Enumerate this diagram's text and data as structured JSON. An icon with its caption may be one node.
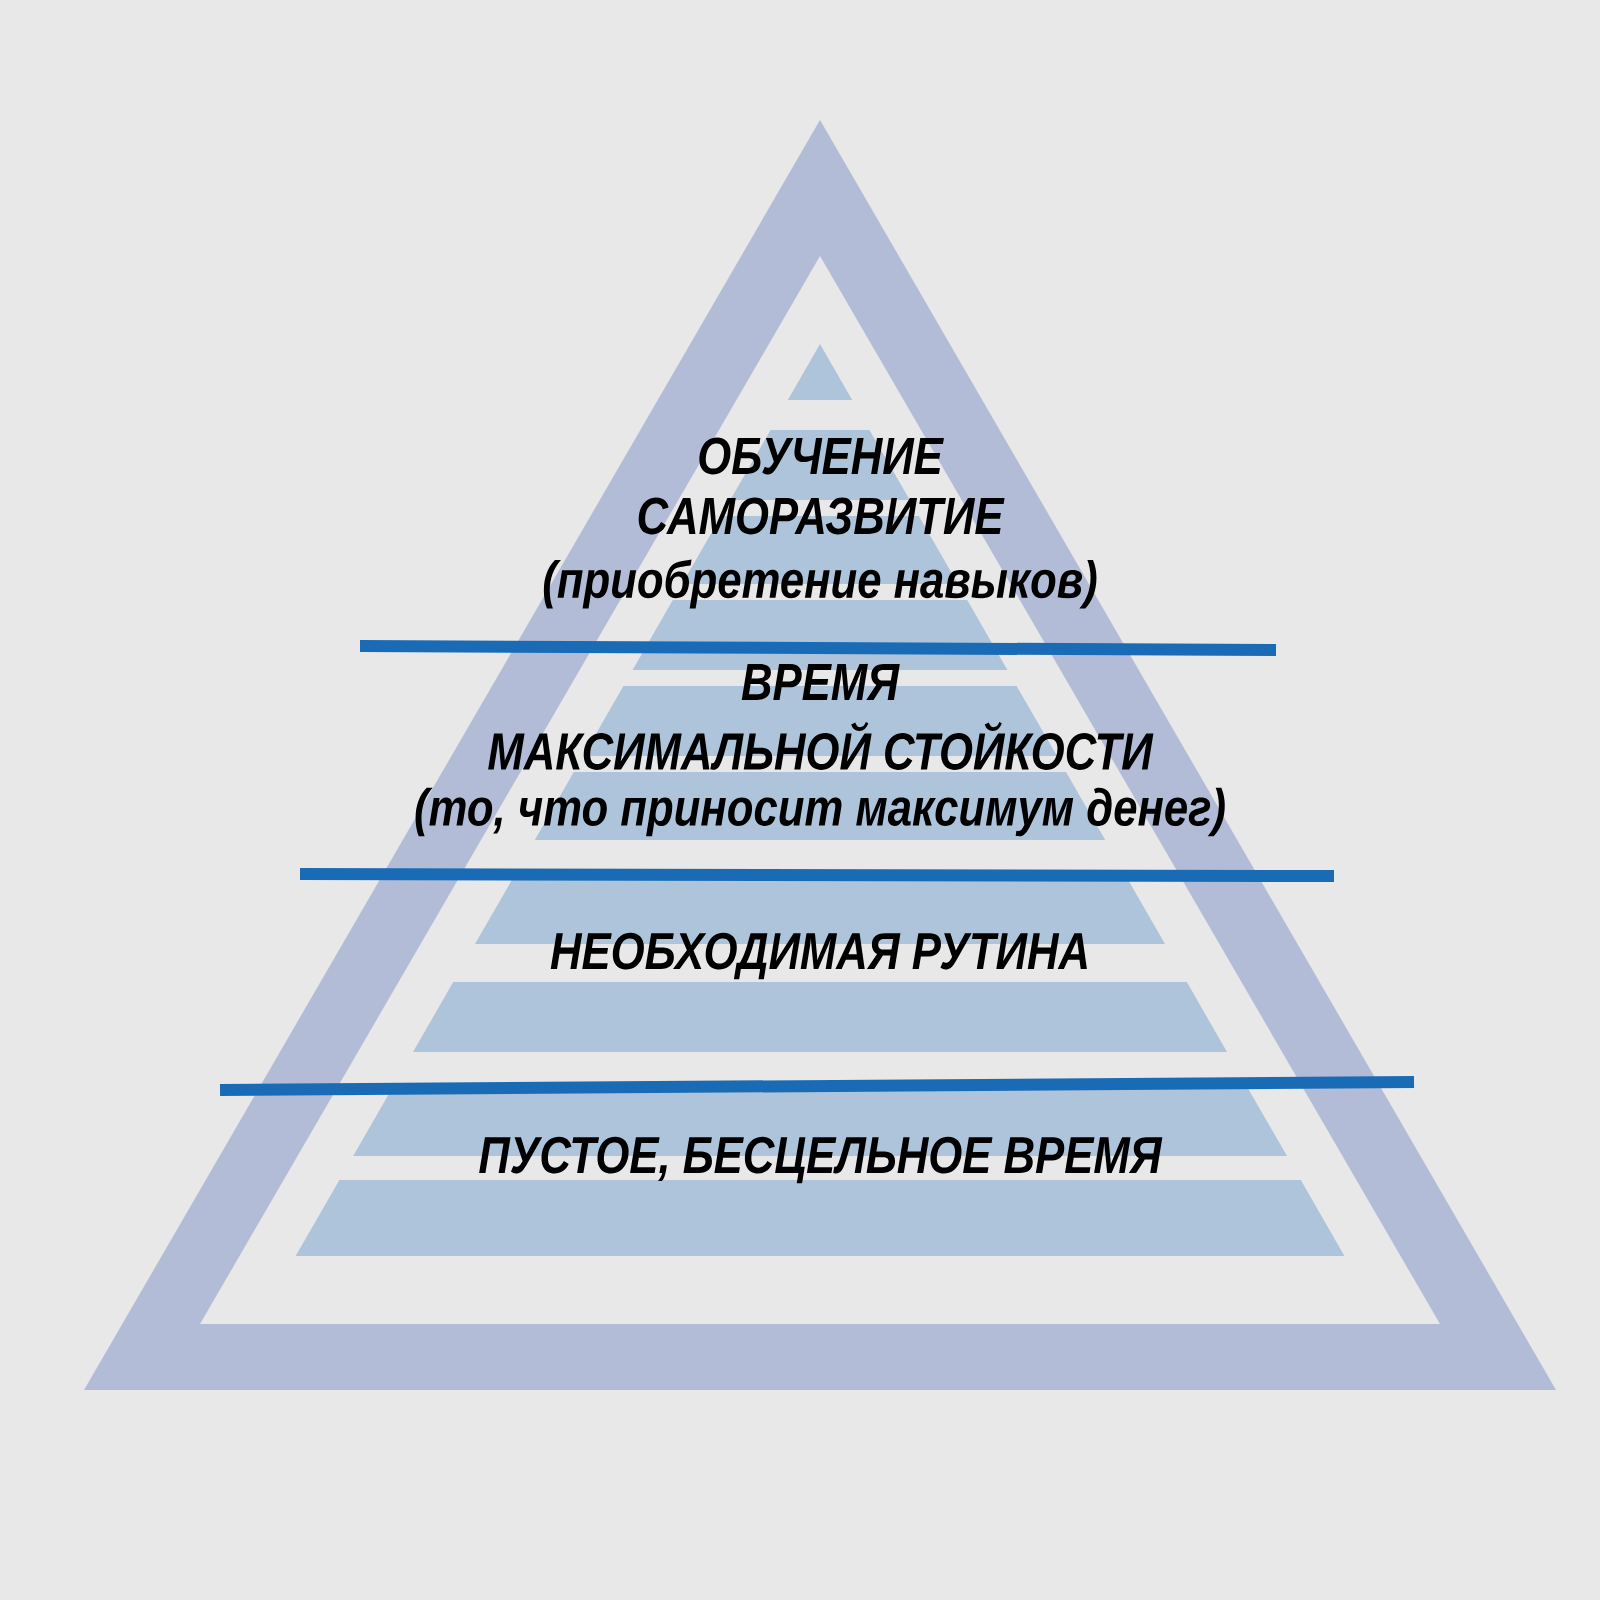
{
  "diagram": {
    "labels": [
      "ОБУЧЕНИЕ",
      "САМОРАЗВИТИЕ",
      "(приобретение навыков)",
      "ВРЕМЯ",
      "МАКСИМАЛЬНОЙ СТОЙКОСТИ",
      "(то, что приносит максимум денег)",
      "НЕОБХОДИМАЯ РУТИНА",
      "ПУСТОЕ, БЕСЦЕЛЬНОЕ ВРЕМЯ"
    ]
  }
}
